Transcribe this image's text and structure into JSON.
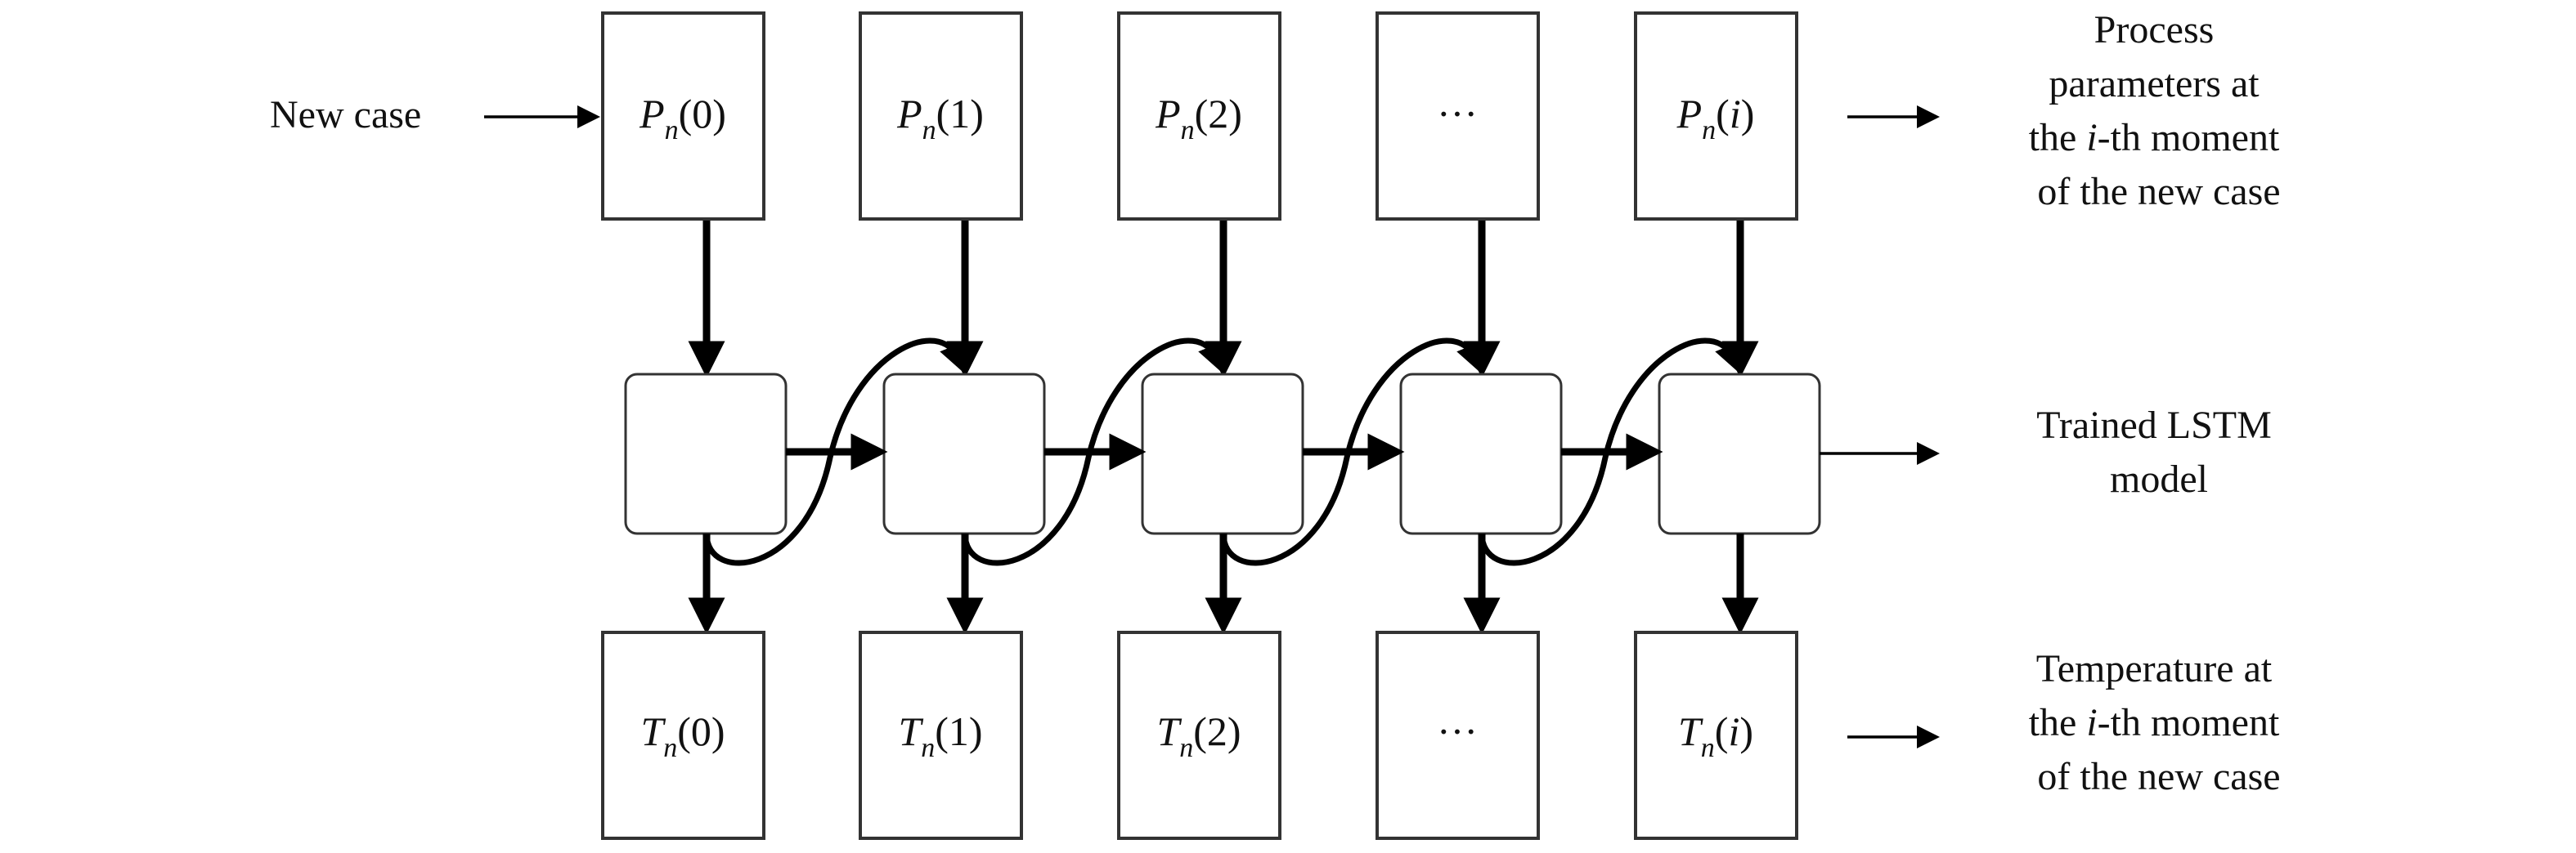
{
  "input_label": "New case",
  "params": [
    {
      "sym": "P",
      "sub": "n",
      "arg": "0"
    },
    {
      "sym": "P",
      "sub": "n",
      "arg": "1"
    },
    {
      "sym": "P",
      "sub": "n",
      "arg": "2"
    },
    {
      "ellipsis": "···"
    },
    {
      "sym": "P",
      "sub": "n",
      "arg": "i",
      "arg_italic": true
    }
  ],
  "temps": [
    {
      "sym": "T",
      "sub": "n",
      "arg": "0"
    },
    {
      "sym": "T",
      "sub": "n",
      "arg": "1"
    },
    {
      "sym": "T",
      "sub": "n",
      "arg": "2"
    },
    {
      "ellipsis": "···"
    },
    {
      "sym": "T",
      "sub": "n",
      "arg": "i",
      "arg_italic": true
    }
  ],
  "right_labels": {
    "top": {
      "line1": "Process",
      "line2": "parameters at",
      "line3_pre": "the ",
      "line3_it": "i",
      "line3_post": "-th moment",
      "line4": "of the new case"
    },
    "middle": {
      "line1": "Trained LSTM",
      "line2": "model"
    },
    "bottom": {
      "line1": "Temperature at",
      "line2_pre": "the ",
      "line2_it": "i",
      "line2_post": "-th moment",
      "line3": "of the new case"
    }
  }
}
